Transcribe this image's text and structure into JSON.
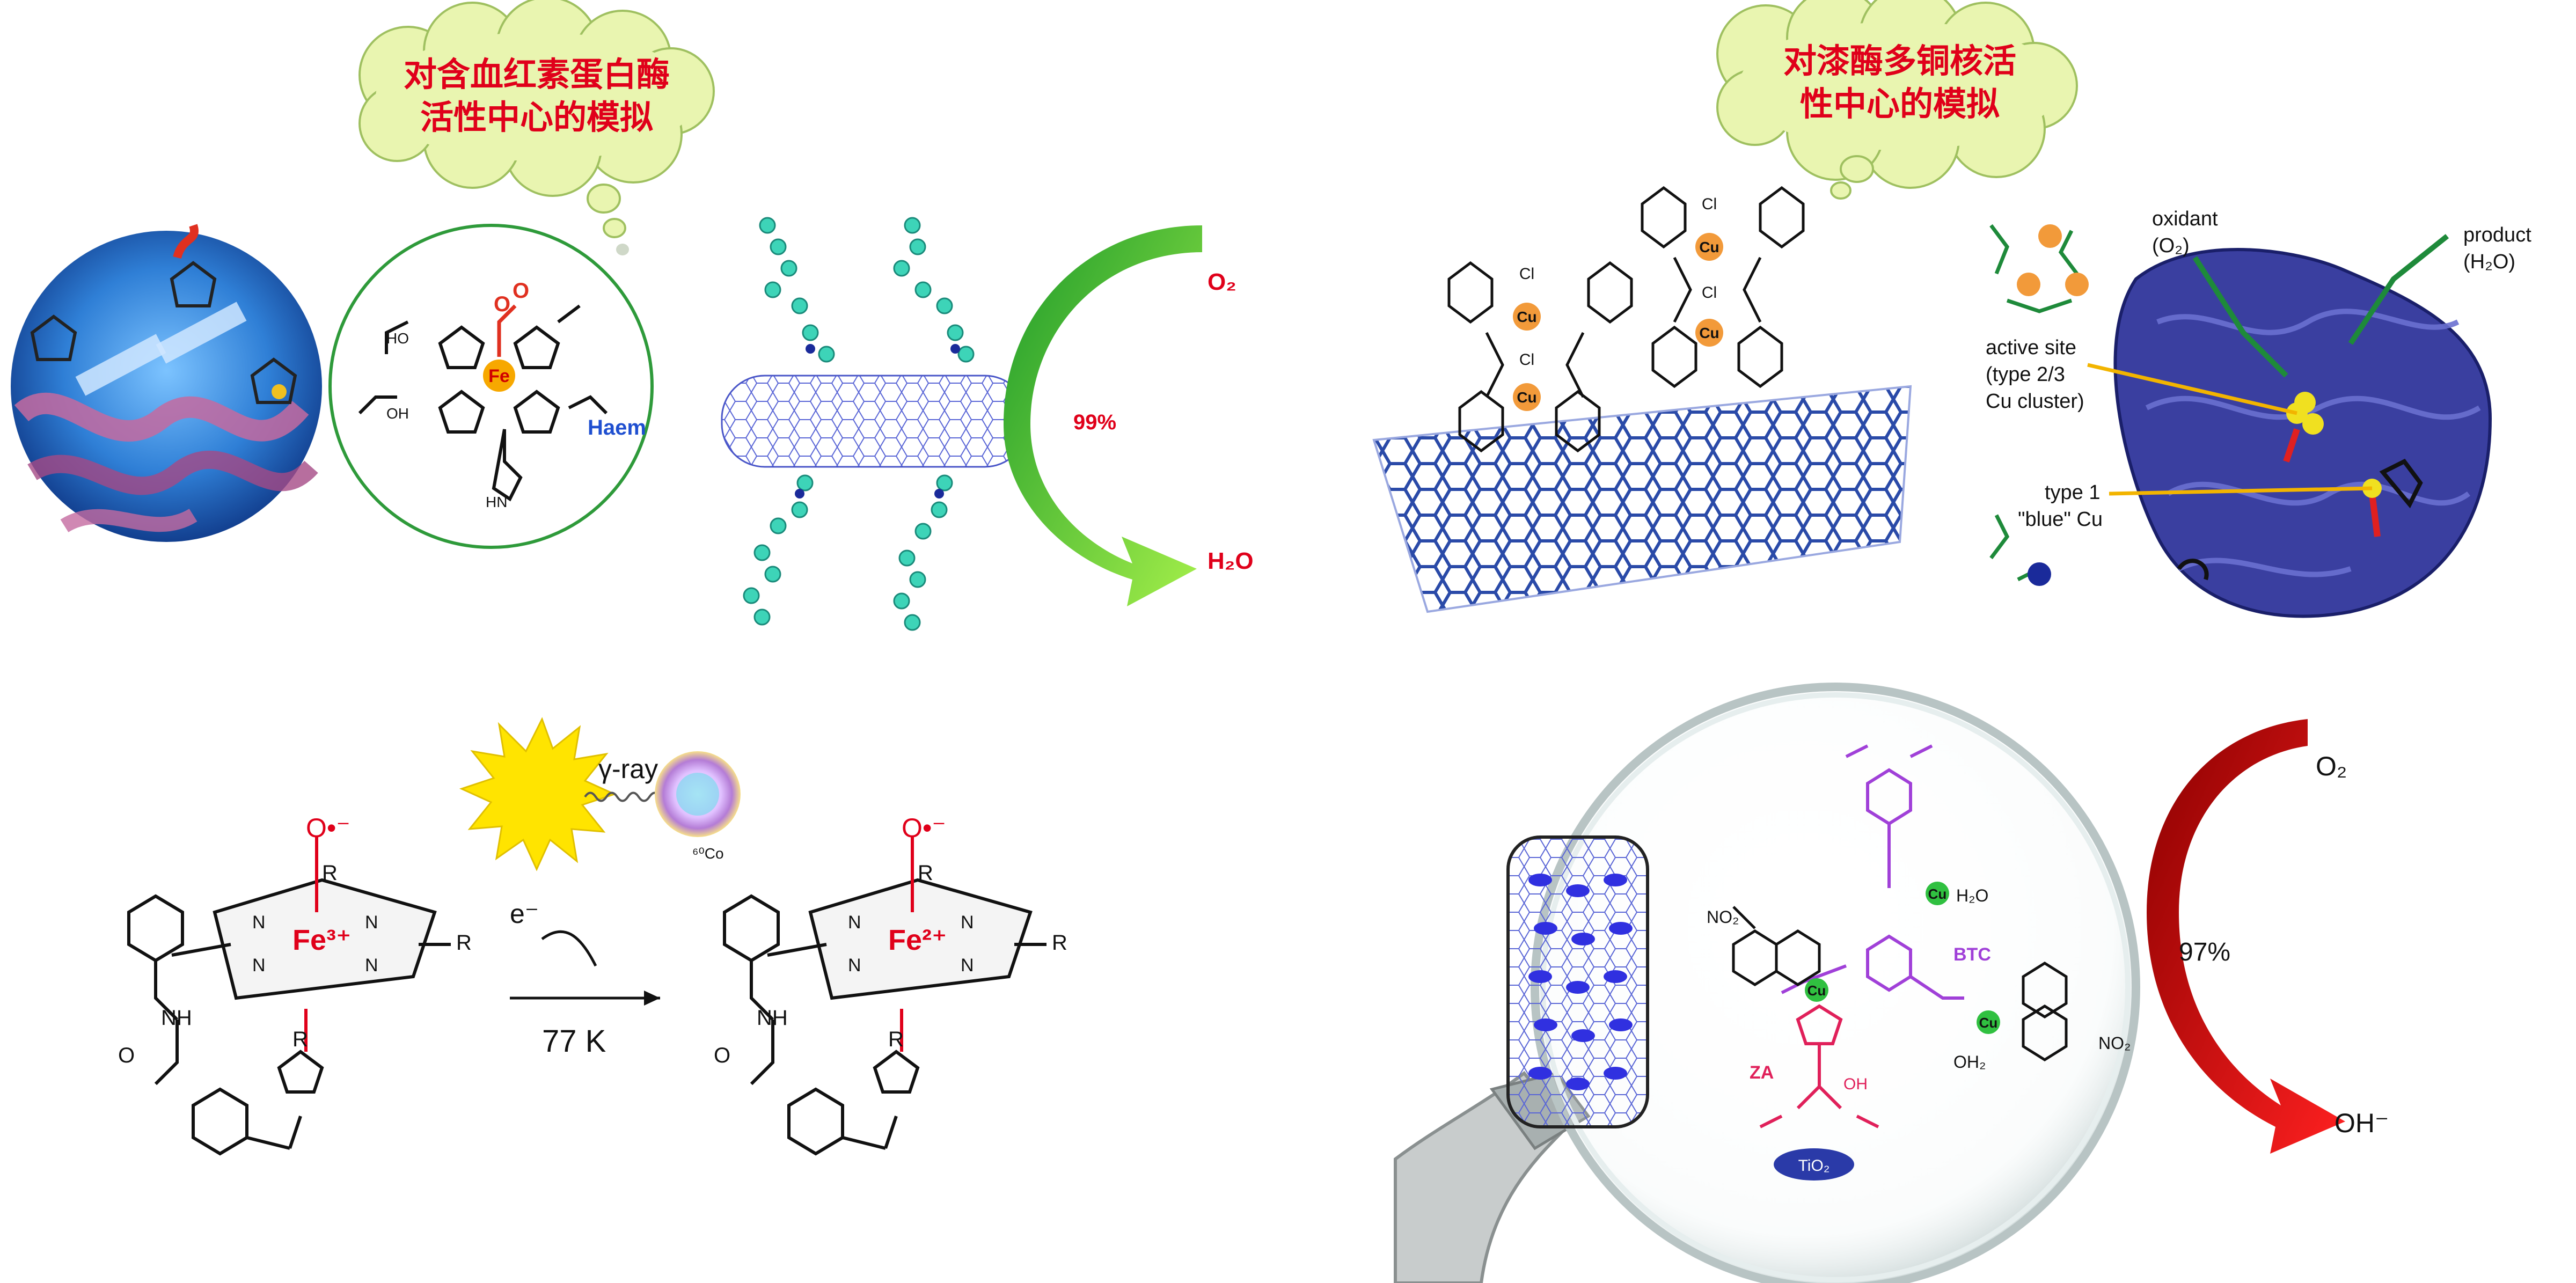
{
  "panel_haem": {
    "cloud_line1": "对含血红素蛋白酶",
    "cloud_line2": "活性中心的模拟",
    "fe_label": "Fe",
    "haem_label": "Haem",
    "o2_label": "O₂",
    "h2o_label": "H₂O",
    "yield_label": "99%",
    "colors": {
      "cloud": "#e9f5b0",
      "cloud_text": "#e0001a",
      "arrow": "#5ad62a",
      "yield": "#e0001a"
    }
  },
  "panel_laccase": {
    "cloud_line1": "对漆酶多铜核活",
    "cloud_line2": "性中心的模拟",
    "cu_label": "Cu",
    "cl_label": "Cl",
    "oxidant_label": "oxidant",
    "oxidant_sub": "(O₂)",
    "product_label": "product",
    "product_sub": "(H₂O)",
    "active_site_1": "active site",
    "active_site_2": "(type 2/3",
    "active_site_3": "Cu cluster)",
    "type1_1": "type 1",
    "type1_2": "\"blue\" Cu",
    "colors": {
      "protein": "#2a2f8f",
      "graphene": "#1e3c8c",
      "leader": "#f2b400"
    }
  },
  "panel_fe": {
    "fe3_label": "Fe³⁺",
    "fe2_label": "Fe²⁺",
    "r_label": "R",
    "nh_label": "NH",
    "o_label": "O",
    "n_label": "N",
    "gamma_label": "γ-ray",
    "co_label": "⁶⁰Co",
    "e_label": "e⁻",
    "temp_label": "77 K",
    "superoxide": "O•⁻",
    "colors": {
      "fe": "#e0001a",
      "burst": "#ffe400"
    }
  },
  "panel_mof": {
    "btc_label": "BTC",
    "za_label": "ZA",
    "tio2_label": "TiO₂",
    "no2_label": "NO₂",
    "h2o_label": "H₂O",
    "oh2_label": "OH₂",
    "cu_label": "Cu",
    "oh_label": "OH",
    "o2_label": "O₂",
    "ohm_label": "OH⁻",
    "yield_label": "97%",
    "colors": {
      "arrow": "#e0001a",
      "btc": "#a040d8",
      "za": "#e0205a",
      "tio2": "#2a3aa8"
    }
  }
}
